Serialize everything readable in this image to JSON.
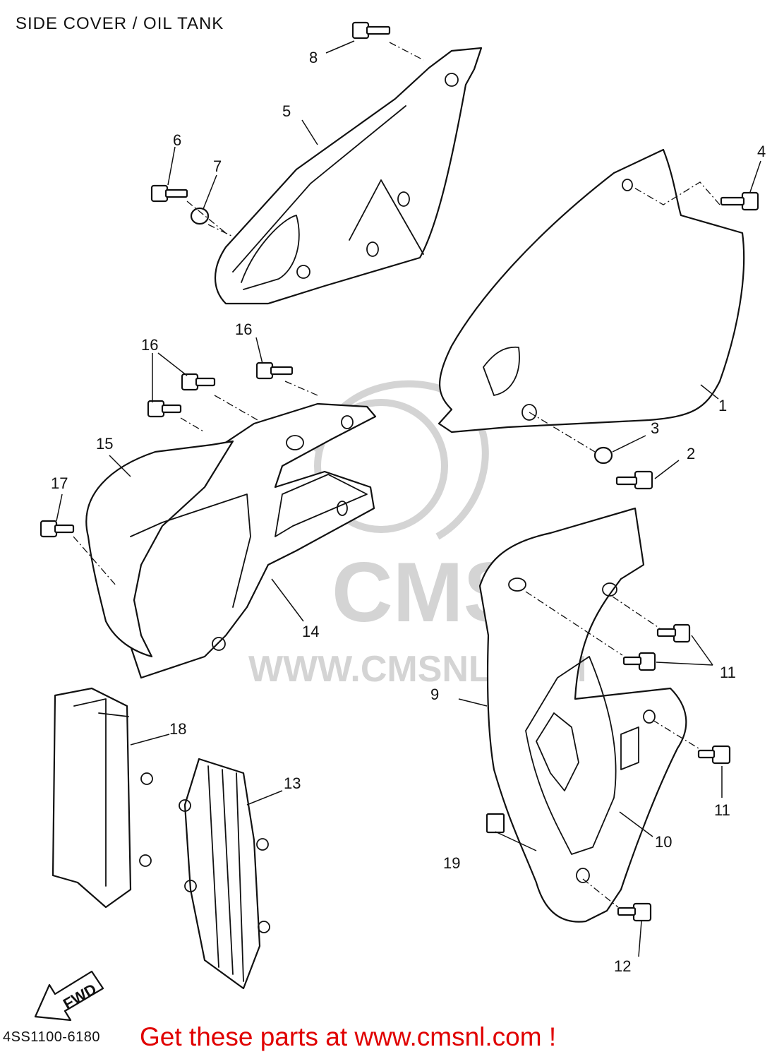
{
  "title": "SIDE COVER / OIL TANK",
  "part_code": "4SS1100-6180",
  "cta": "Get these parts at www.cmsnl.com !",
  "watermark": {
    "logo": "CMS",
    "url": "WWW.CMSNL.COM"
  },
  "fwd_label": "FWD",
  "callouts": {
    "c1": "1",
    "c2": "2",
    "c3": "3",
    "c4": "4",
    "c5": "5",
    "c6": "6",
    "c7": "7",
    "c8": "8",
    "c9": "9",
    "c10": "10",
    "c11a": "11",
    "c11b": "11",
    "c12": "12",
    "c13": "13",
    "c14": "14",
    "c15": "15",
    "c16a": "16",
    "c16b": "16",
    "c17": "17",
    "c18": "18",
    "c19": "19"
  },
  "colors": {
    "line": "#111111",
    "watermark": "#d4d4d4",
    "cta": "#e00000"
  }
}
